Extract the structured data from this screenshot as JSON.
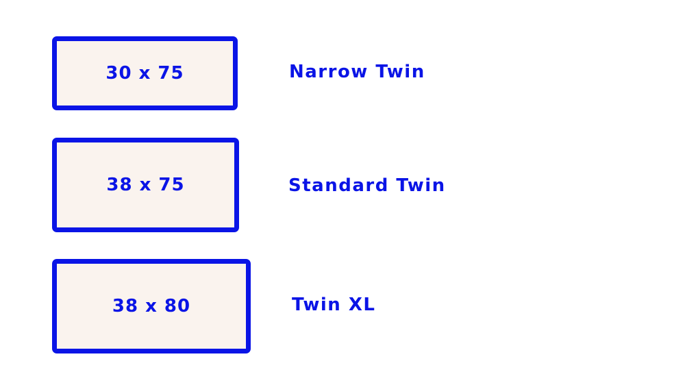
{
  "colors": {
    "accent": "#0a14e6",
    "box_fill": "#faf3ee",
    "background": "#ffffff"
  },
  "sizes": [
    {
      "dimensions": "30 x 75",
      "name": "Narrow Twin"
    },
    {
      "dimensions": "38 x 75",
      "name": "Standard Twin"
    },
    {
      "dimensions": "38 x 80",
      "name": "Twin XL"
    }
  ]
}
